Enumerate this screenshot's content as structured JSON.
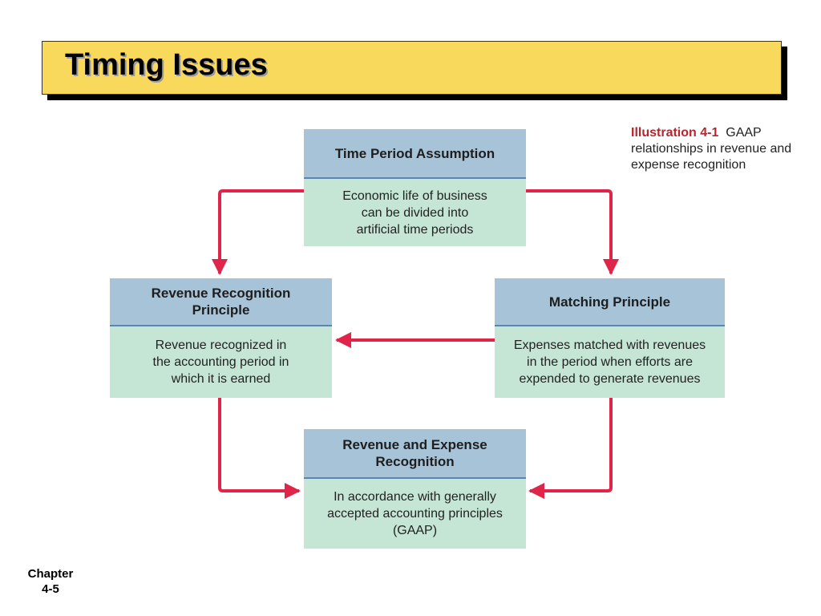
{
  "title": "Timing Issues",
  "caption": {
    "label": "Illustration 4-1",
    "text": "GAAP relationships in revenue and expense recognition"
  },
  "boxes": [
    {
      "header": "Time Period Assumption",
      "body": "Economic life of business\ncan be divided into\nartificial time periods"
    },
    {
      "header": "Revenue Recognition\nPrinciple",
      "body": "Revenue recognized in\nthe accounting period in\nwhich it is earned"
    },
    {
      "header": "Matching Principle",
      "body": "Expenses matched with revenues\nin the period when efforts are\nexpended to generate revenues"
    },
    {
      "header": "Revenue and Expense\nRecognition",
      "body": "In accordance with generally\naccepted accounting principles\n(GAAP)"
    }
  ],
  "footer": {
    "line1": "Chapter",
    "line2": "4-5"
  },
  "colors": {
    "title_bar": "#f8d95c",
    "arrow": "#e0244a",
    "box_header": "#a7c3d8",
    "box_body": "#c5e6d4",
    "caption_label": "#b5262f"
  }
}
